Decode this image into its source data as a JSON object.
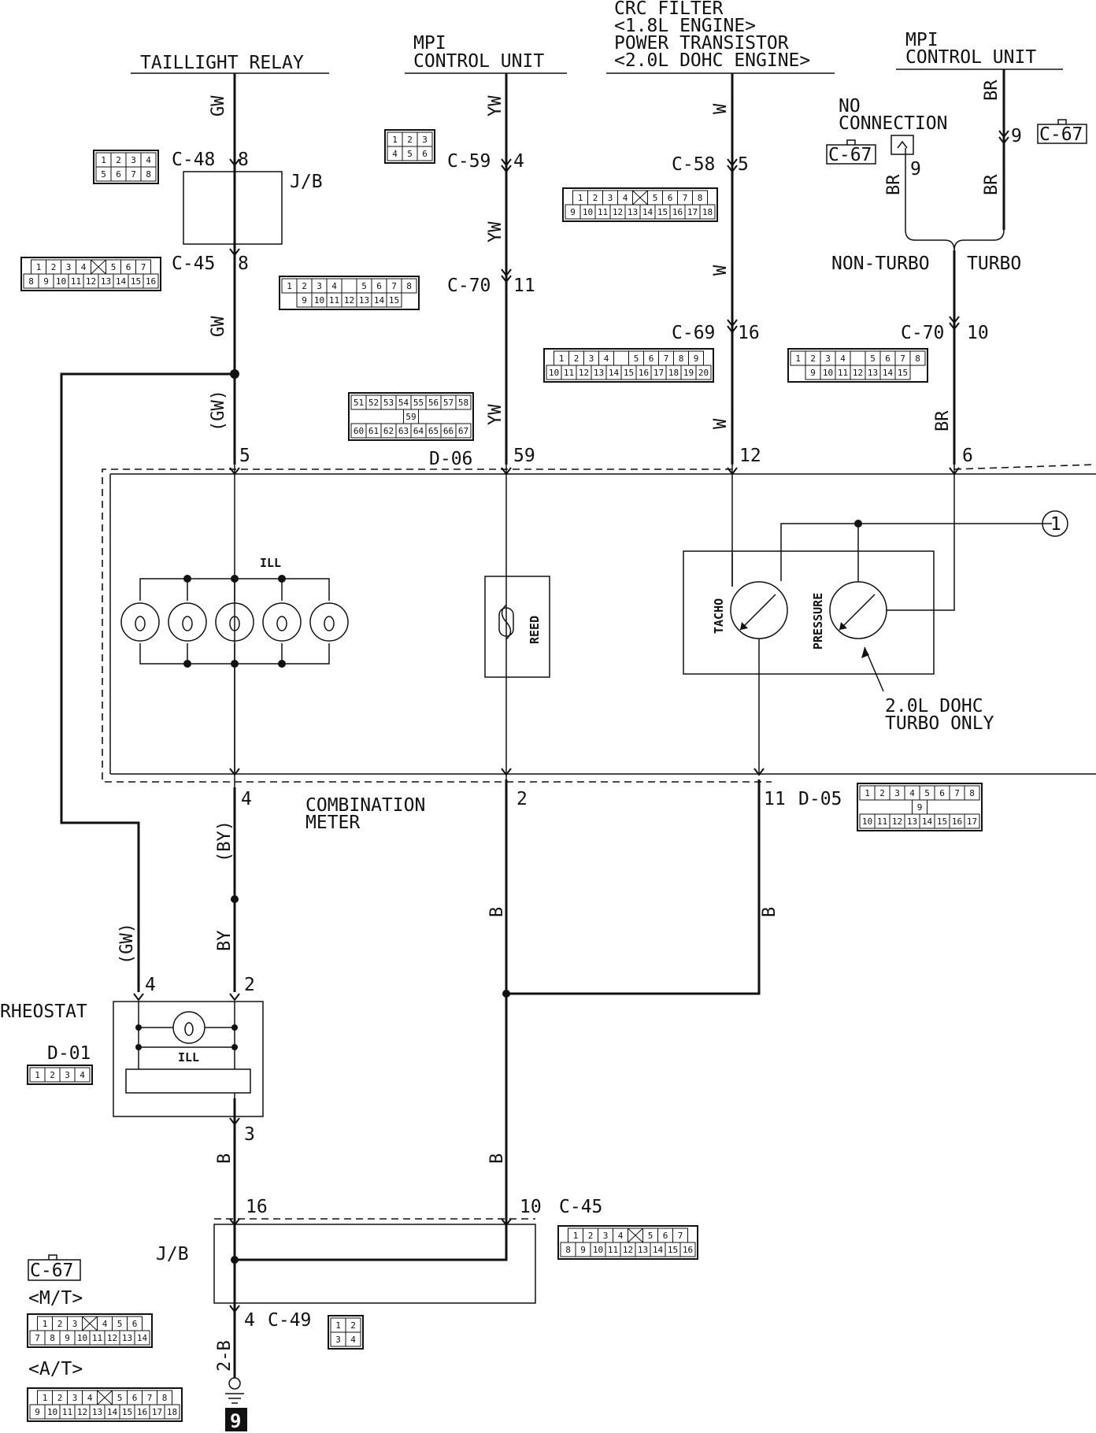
{
  "headers": {
    "taillight_relay": "TAILLIGHT RELAY",
    "mpi1_line1": "MPI",
    "mpi1_line2": "CONTROL UNIT",
    "crc_line1": "CRC FILTER",
    "crc_line2": "<1.8L ENGINE>",
    "crc_line3": "POWER TRANSISTOR",
    "crc_line4": "<2.0L DOHC ENGINE>",
    "mpi2_line1": "MPI",
    "mpi2_line2": "CONTROL UNIT"
  },
  "labels": {
    "jb_top": "J/B",
    "jb_bottom": "J/B",
    "no_connection_1": "NO",
    "no_connection_2": "CONNECTION",
    "non_turbo": "NON-TURBO",
    "turbo": "TURBO",
    "combination_meter_1": "COMBINATION",
    "combination_meter_2": "METER",
    "rheostat": "RHEOSTAT",
    "ill_meter": "ILL",
    "ill_rheostat": "ILL",
    "reed": "REED",
    "tacho": "TACHO",
    "pressure": "PRESSURE",
    "note_1": "2.0L DOHC",
    "note_2": "TURBO ONLY",
    "circle_ref": "1",
    "mt": "<M/T>",
    "at": "<A/T>",
    "ground_id": "9"
  },
  "connectors": {
    "c48": "C-48",
    "c45_top": "C-45",
    "c59": "C-59",
    "c70_a": "C-70",
    "d06": "D-06",
    "c58": "C-58",
    "c69": "C-69",
    "c67_a": "C-67",
    "c67_b": "C-67",
    "c70_b": "C-70",
    "d05": "D-05",
    "d01": "D-01",
    "c45_bot": "C-45",
    "c49": "C-49",
    "c67_legend": "C-67"
  },
  "pins": {
    "p8a": "8",
    "p8b": "8",
    "p4_c59": "4",
    "p11_c70": "11",
    "p59": "59",
    "p5_c58": "5",
    "p16_c69": "16",
    "p12": "12",
    "p9_c67a": "9",
    "p9_c67b": "9",
    "p10_c70": "10",
    "p6": "6",
    "p5_meter": "5",
    "p4_meter": "4",
    "p2_meter": "2",
    "p11_meter": "11",
    "p4_rheo": "4",
    "p2_rheo": "2",
    "p3_rheo": "3",
    "p16_jb": "16",
    "p10_jb": "10",
    "p4_c49": "4"
  },
  "wire_codes": {
    "gw1": "GW",
    "gw2": "GW",
    "gw3": "(GW)",
    "gw4": "(GW)",
    "yw1": "YW",
    "yw2": "YW",
    "yw3": "YW",
    "w1": "W",
    "w2": "W",
    "w3": "W",
    "br1": "BR",
    "br2": "BR",
    "br3": "BR",
    "br4": "BR",
    "by1": "(BY)",
    "by2": "BY",
    "b1": "B",
    "b2": "B",
    "b3": "B",
    "b4": "B",
    "twob": "2-B"
  },
  "connector_faces": {
    "c48": {
      "rows": [
        [
          "1",
          "2",
          "3",
          "4"
        ],
        [
          "5",
          "6",
          "7",
          "8"
        ]
      ]
    },
    "c45": {
      "rows": [
        [
          "1",
          "2",
          "3",
          "4",
          "X",
          "5",
          "6",
          "7"
        ],
        [
          "8",
          "9",
          "10",
          "11",
          "12",
          "13",
          "14",
          "15",
          "16"
        ]
      ]
    },
    "c59": {
      "rows": [
        [
          "1",
          "2",
          "3"
        ],
        [
          "4",
          "5",
          "6"
        ]
      ]
    },
    "c70": {
      "rows": [
        [
          "1",
          "2",
          "3",
          "4",
          "_",
          "5",
          "6",
          "7",
          "8"
        ],
        [
          "9",
          "10",
          "11",
          "12",
          "13",
          "14",
          "15"
        ]
      ]
    },
    "d06": {
      "rows": [
        [
          "51",
          "52",
          "53",
          "54",
          "55",
          "56",
          "57",
          "58"
        ],
        [
          "59"
        ],
        [
          "60",
          "61",
          "62",
          "63",
          "64",
          "65",
          "66",
          "67"
        ]
      ]
    },
    "c58": {
      "rows": [
        [
          "1",
          "2",
          "3",
          "4",
          "X",
          "5",
          "6",
          "7",
          "8"
        ],
        [
          "9",
          "10",
          "11",
          "12",
          "13",
          "14",
          "15",
          "16",
          "17",
          "18"
        ]
      ]
    },
    "c69": {
      "rows": [
        [
          "1",
          "2",
          "3",
          "4",
          "_",
          "5",
          "6",
          "7",
          "8",
          "9"
        ],
        [
          "10",
          "11",
          "12",
          "13",
          "14",
          "15",
          "16",
          "17",
          "18",
          "19",
          "20"
        ]
      ]
    },
    "c70b": {
      "rows": [
        [
          "1",
          "2",
          "3",
          "4",
          "_",
          "5",
          "6",
          "7",
          "8"
        ],
        [
          "9",
          "10",
          "11",
          "12",
          "13",
          "14",
          "15"
        ]
      ]
    },
    "d05": {
      "rows": [
        [
          "1",
          "2",
          "3",
          "4",
          "5",
          "6",
          "7",
          "8"
        ],
        [
          "9"
        ],
        [
          "10",
          "11",
          "12",
          "13",
          "14",
          "15",
          "16",
          "17"
        ]
      ]
    },
    "d01": {
      "rows": [
        [
          "1",
          "2",
          "3",
          "4"
        ]
      ]
    },
    "c45b": {
      "rows": [
        [
          "1",
          "2",
          "3",
          "4",
          "X",
          "5",
          "6",
          "7"
        ],
        [
          "8",
          "9",
          "10",
          "11",
          "12",
          "13",
          "14",
          "15",
          "16"
        ]
      ]
    },
    "c49": {
      "rows": [
        [
          "1",
          "2"
        ],
        [
          "3",
          "4"
        ]
      ]
    },
    "c67mt": {
      "rows": [
        [
          "1",
          "2",
          "3",
          "X",
          "4",
          "5",
          "6"
        ],
        [
          "7",
          "8",
          "9",
          "10",
          "11",
          "12",
          "13",
          "14"
        ]
      ]
    },
    "c67at": {
      "rows": [
        [
          "1",
          "2",
          "3",
          "4",
          "X",
          "5",
          "6",
          "7",
          "8"
        ],
        [
          "9",
          "10",
          "11",
          "12",
          "13",
          "14",
          "15",
          "16",
          "17",
          "18"
        ]
      ]
    }
  }
}
